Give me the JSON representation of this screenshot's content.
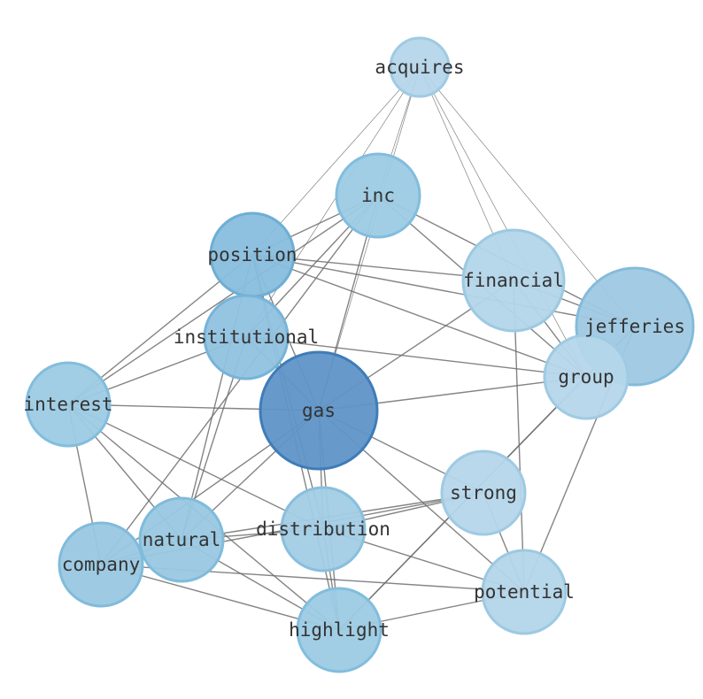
{
  "graph": {
    "nodes": [
      {
        "id": "acquires",
        "label": "acquires",
        "color": "#b5d6ea",
        "stroke": "#9fcae3"
      },
      {
        "id": "inc",
        "label": "inc",
        "color": "#9ccbe4",
        "stroke": "#82bddd"
      },
      {
        "id": "position",
        "label": "position",
        "color": "#88bddd",
        "stroke": "#6eaed4"
      },
      {
        "id": "financial",
        "label": "financial",
        "color": "#b3d5e9",
        "stroke": "#9cc9e2"
      },
      {
        "id": "jefferies",
        "label": "jefferies",
        "color": "#9ec9e3",
        "stroke": "#85bbdb"
      },
      {
        "id": "institutional",
        "label": "institutional",
        "color": "#90c2e0",
        "stroke": "#76b4d8"
      },
      {
        "id": "group",
        "label": "group",
        "color": "#b5d6ea",
        "stroke": "#9fcae3"
      },
      {
        "id": "interest",
        "label": "interest",
        "color": "#9ccbe4",
        "stroke": "#82bddd"
      },
      {
        "id": "gas",
        "label": "gas",
        "color": "#5f95c8",
        "stroke": "#3f7cb8"
      },
      {
        "id": "strong",
        "label": "strong",
        "color": "#b5d6ea",
        "stroke": "#9fcae3"
      },
      {
        "id": "natural",
        "label": "natural",
        "color": "#99c8e2",
        "stroke": "#80bbdb"
      },
      {
        "id": "distribution",
        "label": "distribution",
        "color": "#a2cce4",
        "stroke": "#88bfdd"
      },
      {
        "id": "company",
        "label": "company",
        "color": "#99c8e2",
        "stroke": "#80bbdb"
      },
      {
        "id": "potential",
        "label": "potential",
        "color": "#b3d5e9",
        "stroke": "#9cc9e2"
      },
      {
        "id": "highlight",
        "label": "highlight",
        "color": "#9ccbe4",
        "stroke": "#82bddd"
      }
    ],
    "edges": [
      [
        "acquires",
        "inc"
      ],
      [
        "acquires",
        "position"
      ],
      [
        "acquires",
        "institutional"
      ],
      [
        "acquires",
        "financial"
      ],
      [
        "acquires",
        "jefferies"
      ],
      [
        "acquires",
        "group"
      ],
      [
        "acquires",
        "gas"
      ],
      [
        "inc",
        "position"
      ],
      [
        "inc",
        "interest"
      ],
      [
        "inc",
        "institutional"
      ],
      [
        "inc",
        "jefferies"
      ],
      [
        "inc",
        "group"
      ],
      [
        "inc",
        "gas"
      ],
      [
        "inc",
        "company"
      ],
      [
        "position",
        "financial"
      ],
      [
        "position",
        "jefferies"
      ],
      [
        "position",
        "group"
      ],
      [
        "position",
        "interest"
      ],
      [
        "position",
        "gas"
      ],
      [
        "position",
        "natural"
      ],
      [
        "position",
        "distribution"
      ],
      [
        "position",
        "highlight"
      ],
      [
        "institutional",
        "interest"
      ],
      [
        "institutional",
        "gas"
      ],
      [
        "institutional",
        "group"
      ],
      [
        "institutional",
        "natural"
      ],
      [
        "financial",
        "group"
      ],
      [
        "financial",
        "potential"
      ],
      [
        "financial",
        "jefferies"
      ],
      [
        "jefferies",
        "potential"
      ],
      [
        "jefferies",
        "highlight"
      ],
      [
        "jefferies",
        "group"
      ],
      [
        "group",
        "gas"
      ],
      [
        "group",
        "highlight"
      ],
      [
        "gas",
        "interest"
      ],
      [
        "gas",
        "strong"
      ],
      [
        "gas",
        "natural"
      ],
      [
        "gas",
        "company"
      ],
      [
        "gas",
        "potential"
      ],
      [
        "gas",
        "highlight"
      ],
      [
        "gas",
        "financial"
      ],
      [
        "gas",
        "distribution"
      ],
      [
        "interest",
        "company"
      ],
      [
        "interest",
        "highlight"
      ],
      [
        "interest",
        "distribution"
      ],
      [
        "interest",
        "natural"
      ],
      [
        "strong",
        "natural"
      ],
      [
        "strong",
        "company"
      ],
      [
        "strong",
        "distribution"
      ],
      [
        "strong",
        "potential"
      ],
      [
        "natural",
        "distribution"
      ],
      [
        "natural",
        "company"
      ],
      [
        "natural",
        "highlight"
      ],
      [
        "company",
        "potential"
      ],
      [
        "company",
        "highlight"
      ],
      [
        "distribution",
        "potential"
      ],
      [
        "distribution",
        "highlight"
      ],
      [
        "potential",
        "highlight"
      ]
    ]
  }
}
